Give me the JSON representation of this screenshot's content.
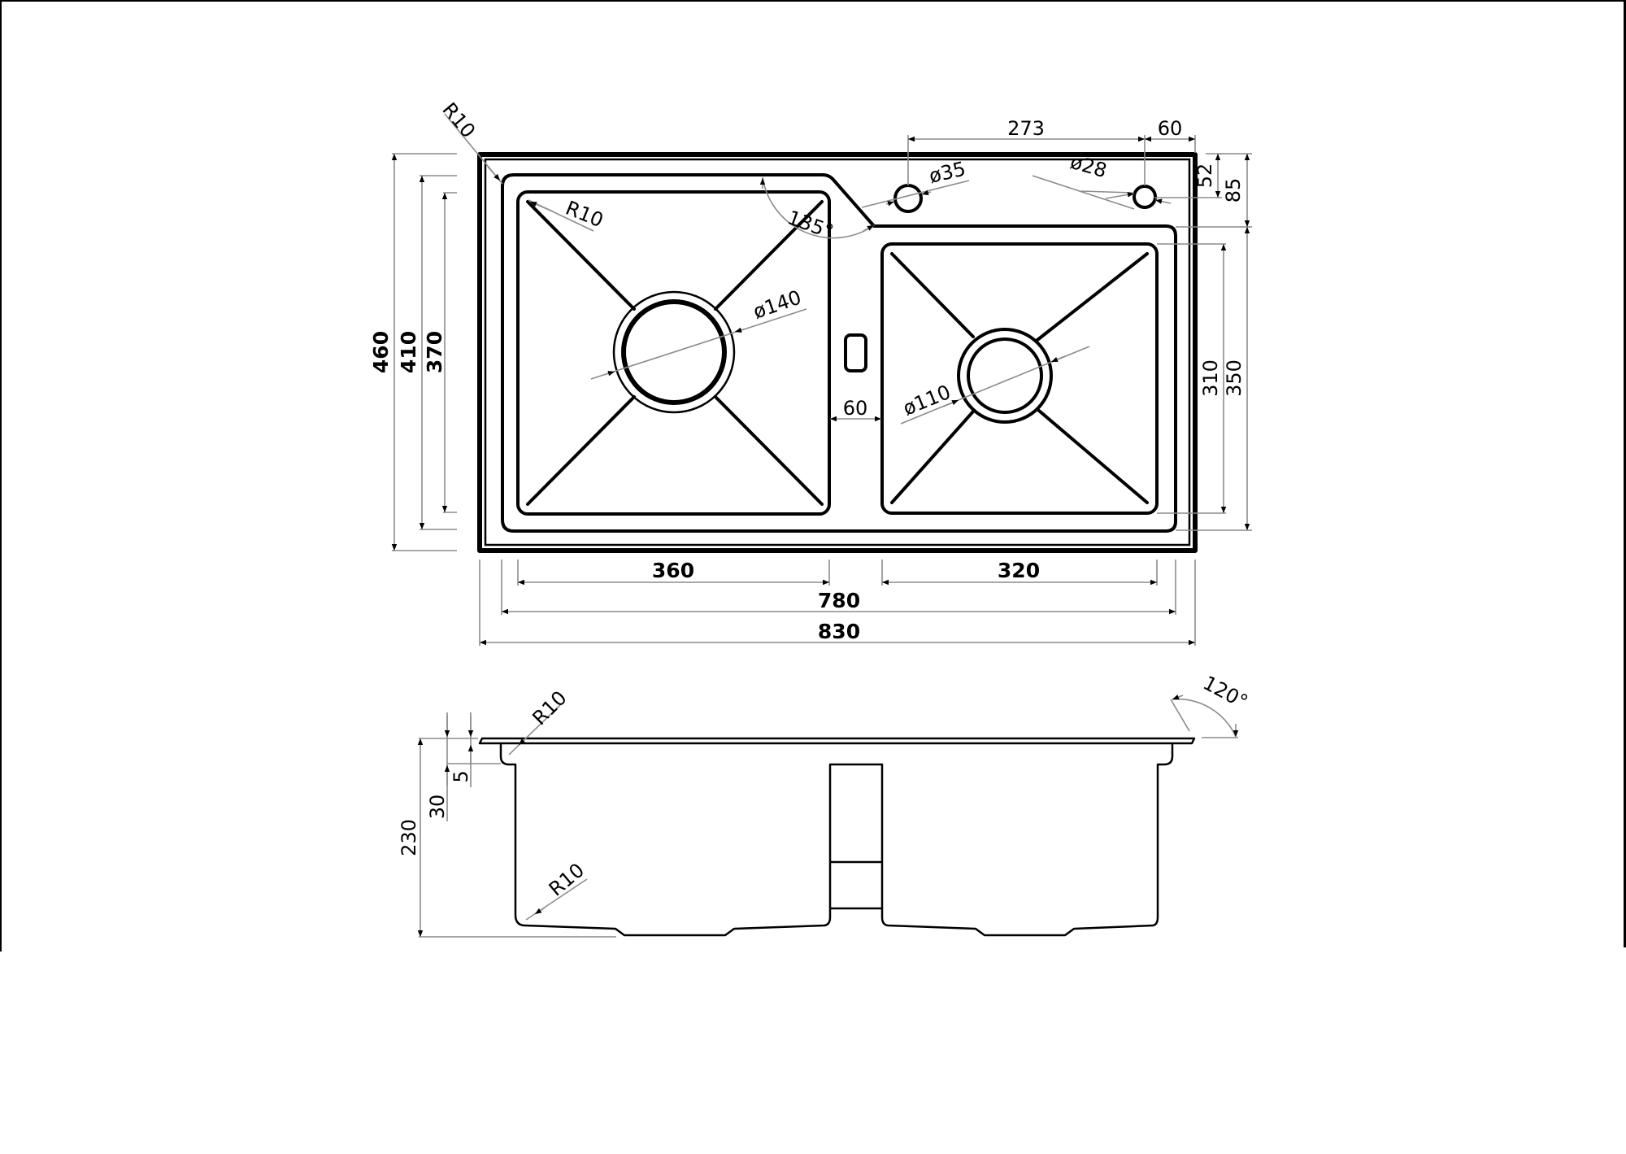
{
  "drawing": {
    "title": "Double bowl kitchen sink – technical drawing",
    "views": [
      "top-view",
      "side-section-view"
    ],
    "line_color": "#000000",
    "dimension_line_color": "#8c8c8c",
    "background": "#ffffff"
  },
  "top_view": {
    "overall": {
      "width_label": "830",
      "inner_width_label": "780",
      "height_label": "460",
      "inner_height_label": "410",
      "bowl_height_label": "370"
    },
    "left_bowl": {
      "width_label": "360",
      "drain_label": "ø140",
      "corner_radius_label": "R10"
    },
    "right_bowl": {
      "width_label": "320",
      "drain_label": "ø110",
      "height_label": "310",
      "outer_height_label": "350"
    },
    "divider_width_label": "60",
    "outer_corner_radius_label": "R10",
    "chamfer_angle_label": "135°",
    "faucet_hole": {
      "diameter_label": "ø35",
      "spacing_label": "273"
    },
    "dispenser_hole": {
      "diameter_label": "ø28",
      "edge_offset_label": "60",
      "depth_offset_label": "52"
    },
    "deck_depth_label": "85"
  },
  "side_view": {
    "total_depth_label": "230",
    "rim_depth_label": "30",
    "flange_thickness_label": "5",
    "top_radius_label": "R10",
    "bottom_radius_label": "R10",
    "flange_angle_label": "120°"
  }
}
